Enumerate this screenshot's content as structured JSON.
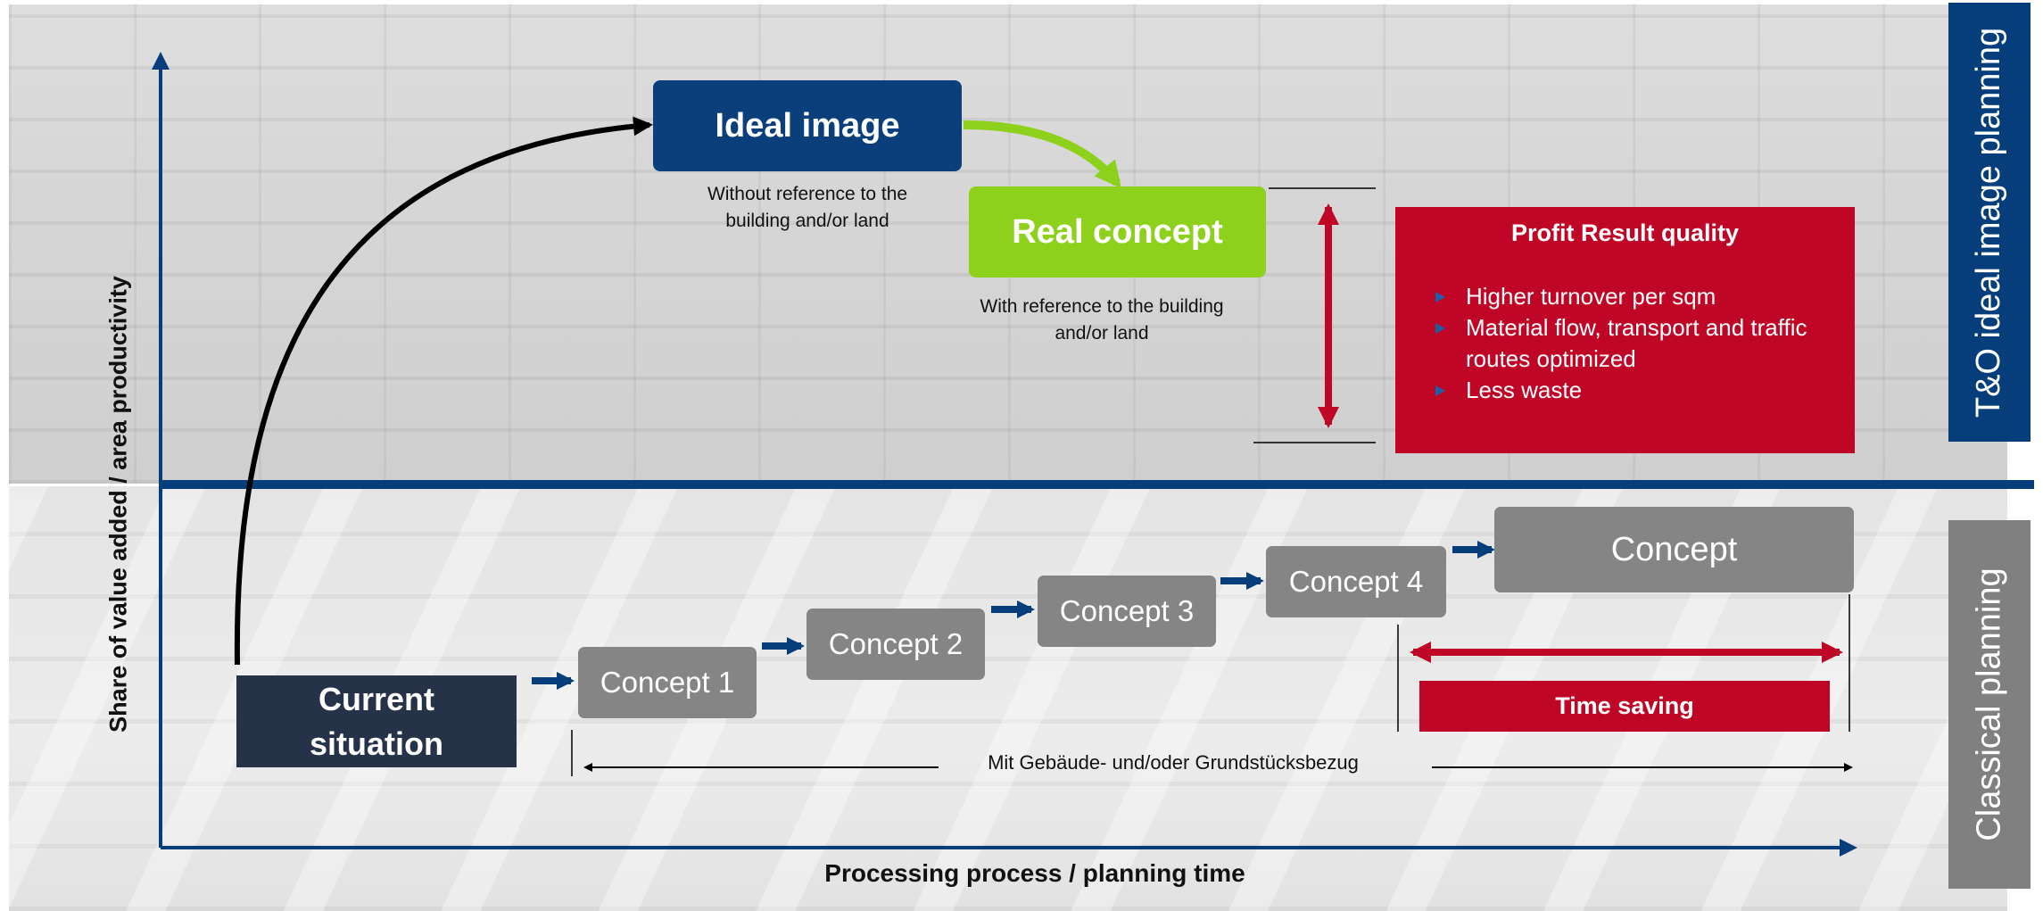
{
  "ideal": {
    "title": "Ideal image",
    "caption": "Without reference to the building and/or land"
  },
  "real": {
    "title": "Real concept",
    "caption": "With reference to the building and/or land"
  },
  "profit": {
    "title": "Profit Result quality",
    "bullets": [
      "Higher turnover per sqm",
      "Material flow, transport and traffic routes optimized",
      "Less waste"
    ]
  },
  "current": {
    "line1": "Current",
    "line2": "situation"
  },
  "concepts": {
    "c1": "Concept 1",
    "c2": "Concept 2",
    "c3": "Concept 3",
    "c4": "Concept 4",
    "final": "Concept"
  },
  "time_saving": "Time saving",
  "reference_note": "Mit Gebäude- und/oder Grundstücksbezug",
  "axes": {
    "y": "Share of value added / area productivity",
    "x": "Processing process / planning time"
  },
  "ribbons": {
    "top": "T&O ideal image planning",
    "bottom": "Classical planning"
  },
  "colors": {
    "navy": "#0a3f7c",
    "green": "#8ed11c",
    "red": "#c00626",
    "gray": "#858585",
    "dark": "#263247",
    "axis": "#063e7b"
  }
}
